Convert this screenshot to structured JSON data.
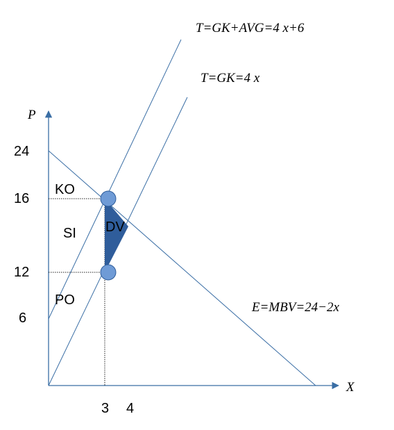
{
  "axes": {
    "y_label": "P",
    "x_label": "X",
    "y_ticks": [
      "24",
      "16",
      "12",
      "6"
    ],
    "x_ticks": [
      "3",
      "4"
    ]
  },
  "equations": {
    "t_total": "T=GK+AVG=4 x+6",
    "t_gk": "T=GK=4 x",
    "demand": "E=MBV=24−2x"
  },
  "regions": {
    "ko": "KO",
    "si": "SI",
    "dv": "DV",
    "po": "PO"
  },
  "colors": {
    "line": "#3a6ea5",
    "axis": "#3a6ea5",
    "point_fill": "#6f9bd6",
    "point_stroke": "#2e5c9a",
    "dv_fill": "#2f5d9b"
  }
}
